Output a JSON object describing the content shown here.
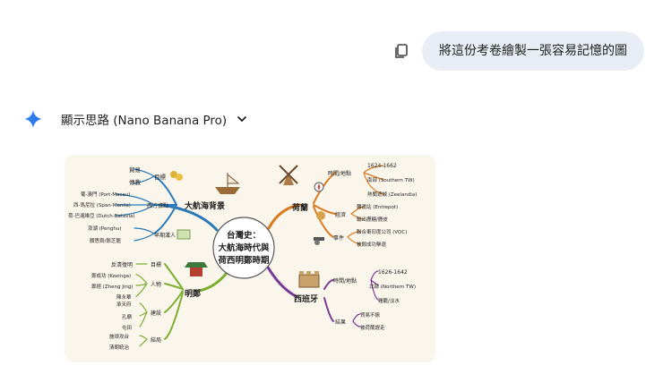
{
  "user_message": {
    "text": "將這份考卷繪製一張容易記憶的圖"
  },
  "thinking": {
    "label": "顯示思路 (Nano Banana Pro)"
  },
  "mindmap": {
    "center": {
      "line1": "台灣史：",
      "line2": "大航海時代與",
      "line3": "荷西明鄭時期"
    },
    "age_of_exploration": {
      "label": "大航海背景",
      "goal": {
        "label": "目標",
        "items": [
          "貿易",
          "傳教"
        ]
      },
      "west": {
        "label": "西方據點",
        "items": [
          "葡-澳門 (Port-Macau)",
          "西-馬尼拉 (Span-Manila)",
          "荷-巴達維亞 (Dutch-Batavia)"
        ]
      },
      "early": {
        "label": "早期漢人",
        "items": [
          "澎湖 (Penghu)",
          "顏思齊/鄭芝龍"
        ]
      }
    },
    "dutch": {
      "label": "荷蘭",
      "time": {
        "label": "時間/地點",
        "items": [
          "1624-1662",
          "南部 (Southern TW)",
          "熱蘭遮城 (Zeelandia)"
        ]
      },
      "economy": {
        "label": "經濟",
        "items": [
          "轉運站 (Entrepot)",
          "輸出鹿糖/鹿皮"
        ]
      },
      "events": {
        "label": "事件",
        "items": [
          "聯合東印度公司 (VOC)",
          "被鄭成功擊退"
        ]
      }
    },
    "ming_zheng": {
      "label": "明鄭",
      "goal": {
        "label": "目標",
        "items": [
          "反清復明"
        ]
      },
      "people": {
        "label": "人物",
        "items": [
          "鄭成功 (Koxinga)",
          "鄭經 (Zheng Jing)",
          "陳永華"
        ]
      },
      "build": {
        "label": "建設",
        "items": [
          "承天府",
          "孔廟",
          "屯田"
        ]
      },
      "ending": {
        "label": "結局",
        "items": [
          "施琅攻台",
          "清朝統治"
        ]
      }
    },
    "spain": {
      "label": "西班牙",
      "time": {
        "label": "時間/地點",
        "items": [
          "1626-1642",
          "北部 (Northern TW)",
          "雞籠/淡水"
        ]
      },
      "result": {
        "label": "結果",
        "items": [
          "貿易不振",
          "被荷蘭趕走"
        ]
      }
    },
    "colors": {
      "blue": "#2b79b8",
      "orange": "#d97a1f",
      "green": "#7cae2f",
      "purple": "#7a3a96"
    }
  }
}
